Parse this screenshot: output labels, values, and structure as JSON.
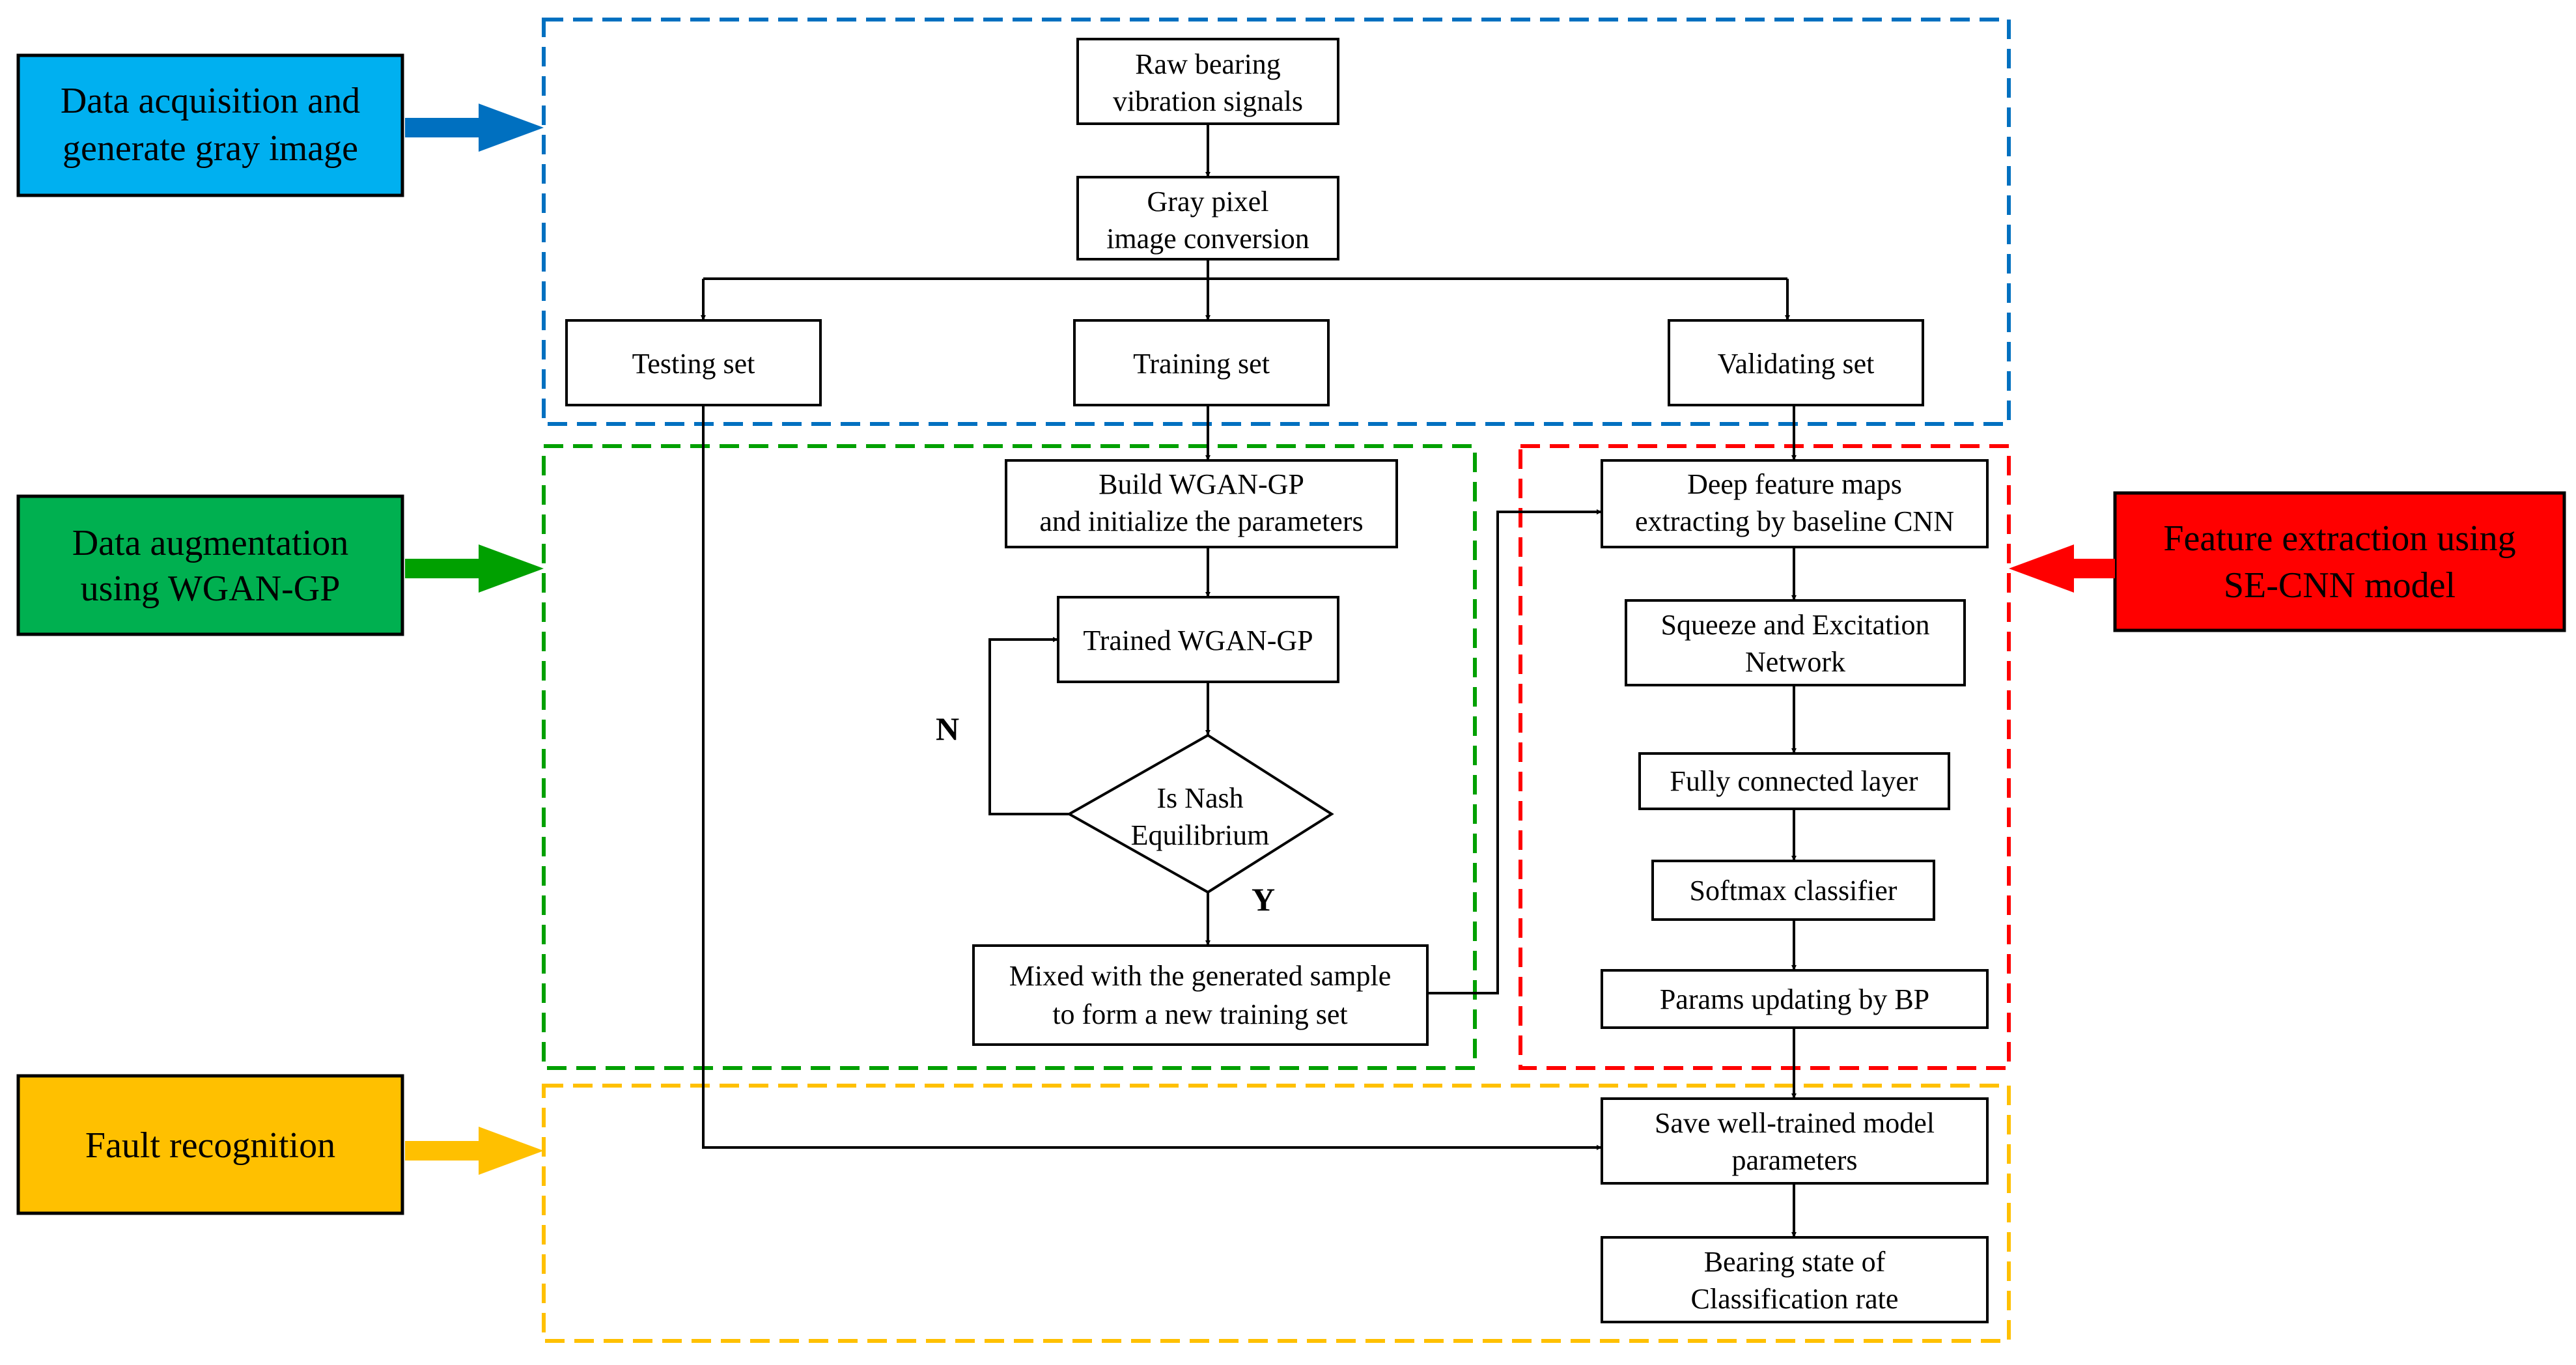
{
  "stages": {
    "acquisition": {
      "lines": [
        "Data acquisition and",
        "generate gray image"
      ],
      "color": "#00B0F0"
    },
    "augmentation": {
      "lines": [
        "Data augmentation",
        "using WGAN-GP"
      ],
      "color": "#00B050"
    },
    "extraction": {
      "lines": [
        "Feature extraction using",
        "SE-CNN model"
      ],
      "color": "#FF0000"
    },
    "recognition": {
      "lines": [
        "Fault recognition"
      ],
      "color": "#FFC000"
    }
  },
  "region_colors": {
    "acquisition": "#0070C0",
    "augmentation": "#00A000",
    "extraction": "#FF0000",
    "recognition": "#FFC000"
  },
  "arrow_colors": {
    "acquisition": "#0070C0",
    "augmentation": "#00A000",
    "extraction": "#FF0000",
    "recognition": "#FFC000"
  },
  "nodes": {
    "raw_signals": [
      "Raw bearing",
      "vibration signals"
    ],
    "gray_conversion": [
      "Gray pixel",
      "image conversion"
    ],
    "testing_set": [
      "Testing set"
    ],
    "training_set": [
      "Training set"
    ],
    "validating_set": [
      "Validating set"
    ],
    "build_wgan": [
      "Build WGAN-GP",
      "and initialize the parameters"
    ],
    "trained_wgan": [
      "Trained WGAN-GP"
    ],
    "nash_check": [
      "Is Nash",
      "Equilibrium"
    ],
    "mixed_samples": [
      "Mixed with the generated sample",
      "to form a new training set"
    ],
    "deep_features": [
      "Deep feature maps",
      "extracting by baseline CNN"
    ],
    "squeeze_excitation": [
      "Squeeze and Excitation",
      "Network"
    ],
    "fully_connected": [
      "Fully connected layer"
    ],
    "softmax": [
      "Softmax classifier"
    ],
    "params_update": [
      "Params updating by BP"
    ],
    "save_model": [
      "Save well-trained model",
      "parameters"
    ],
    "bearing_state": [
      "Bearing state of",
      "Classification rate"
    ]
  },
  "labels": {
    "no": "N",
    "yes": "Y"
  }
}
